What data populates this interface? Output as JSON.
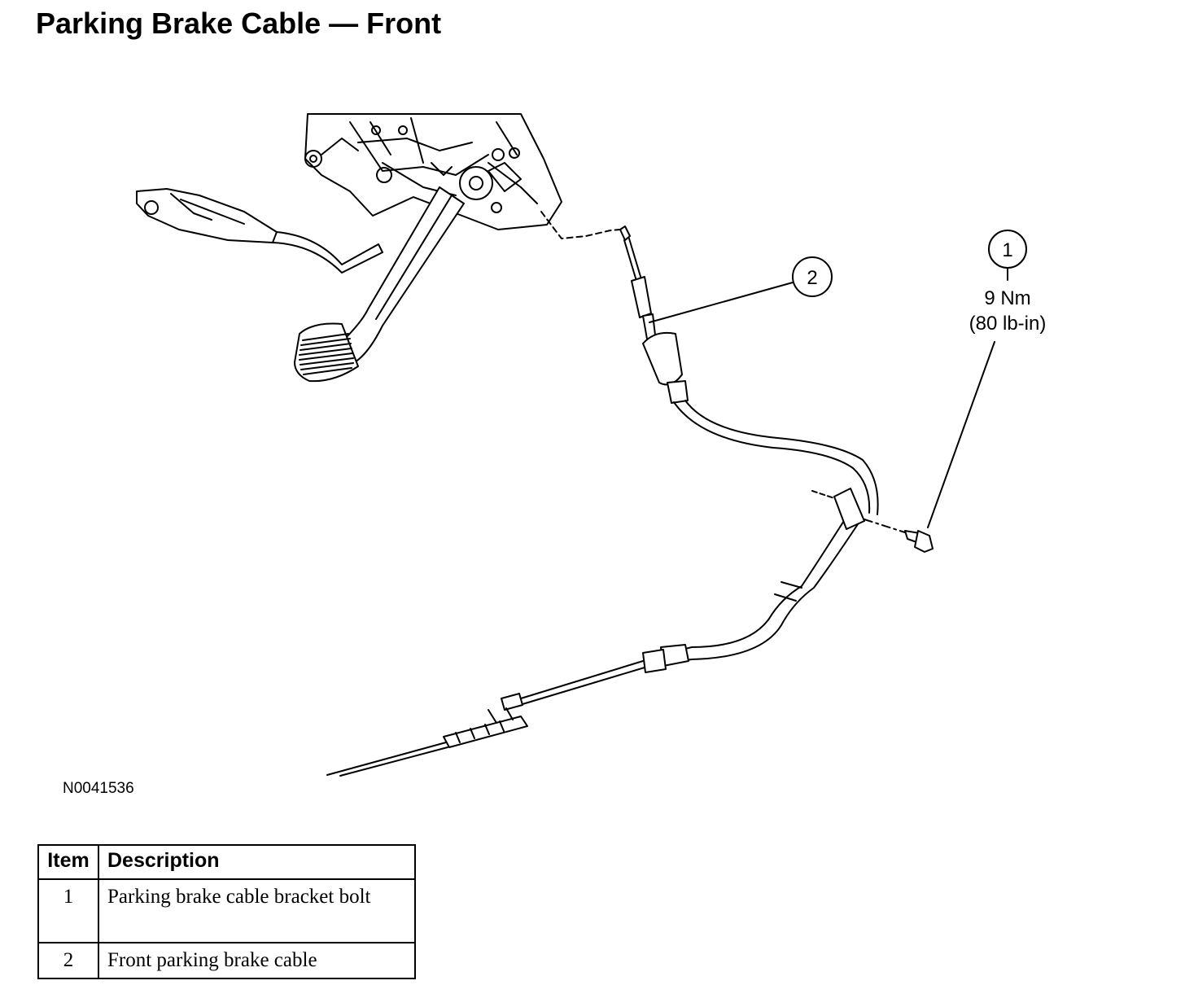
{
  "title": "Parking Brake Cable — Front",
  "figure_id": "N0041536",
  "callouts": [
    {
      "number": "1",
      "torque_nm": "9 Nm",
      "torque_lbin": "(80 lb-in)"
    },
    {
      "number": "2"
    }
  ],
  "legend": {
    "headers": {
      "item": "Item",
      "description": "Description"
    },
    "rows": [
      {
        "item": "1",
        "description": "Parking brake cable bracket bolt"
      },
      {
        "item": "2",
        "description": "Front parking brake cable"
      }
    ]
  }
}
